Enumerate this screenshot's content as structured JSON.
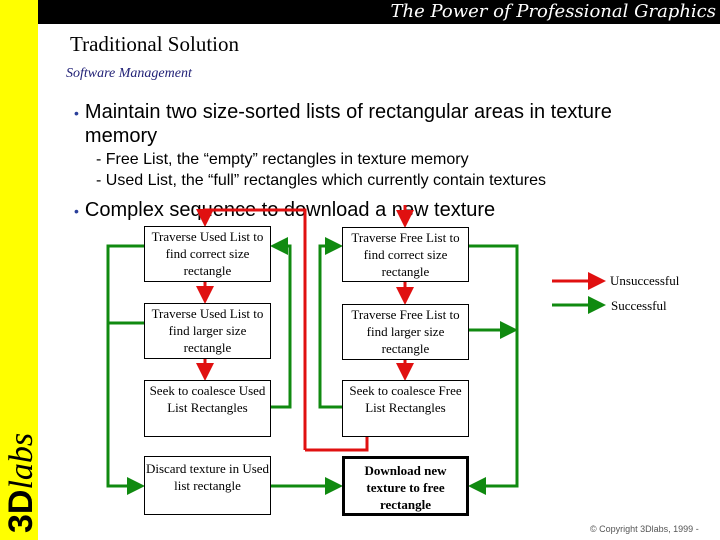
{
  "header": {
    "tagline": "The Power of Professional Graphics",
    "logo": "3Dlabs"
  },
  "title": "Traditional Solution",
  "subtitle": "Software Management",
  "bullets": [
    {
      "text": "Maintain two size-sorted lists of rectangular areas in texture memory",
      "sub": [
        "Free List, the “empty” rectangles in texture memory",
        "Used List, the “full” rectangles which currently contain textures"
      ]
    },
    {
      "text": "Complex sequence to download a new texture"
    }
  ],
  "flow": {
    "used": [
      "Traverse Used List to find correct size rectangle",
      "Traverse Used List to find larger size rectangle",
      "Seek to coalesce Used List Rectangles",
      "Discard texture in Used list rectangle"
    ],
    "free": [
      "Traverse Free List to find correct size rectangle",
      "Traverse Free List to find larger size rectangle",
      "Seek to coalesce Free List Rectangles",
      "Download new texture to free rectangle"
    ]
  },
  "legend": {
    "unsuccessful": "Unsuccessful",
    "successful": "Successful"
  },
  "colors": {
    "unsuccessful": "#e01010",
    "successful": "#108a10",
    "sidebar": "#ffff00"
  },
  "copyright": "© Copyright 3Dlabs, 1999 -"
}
